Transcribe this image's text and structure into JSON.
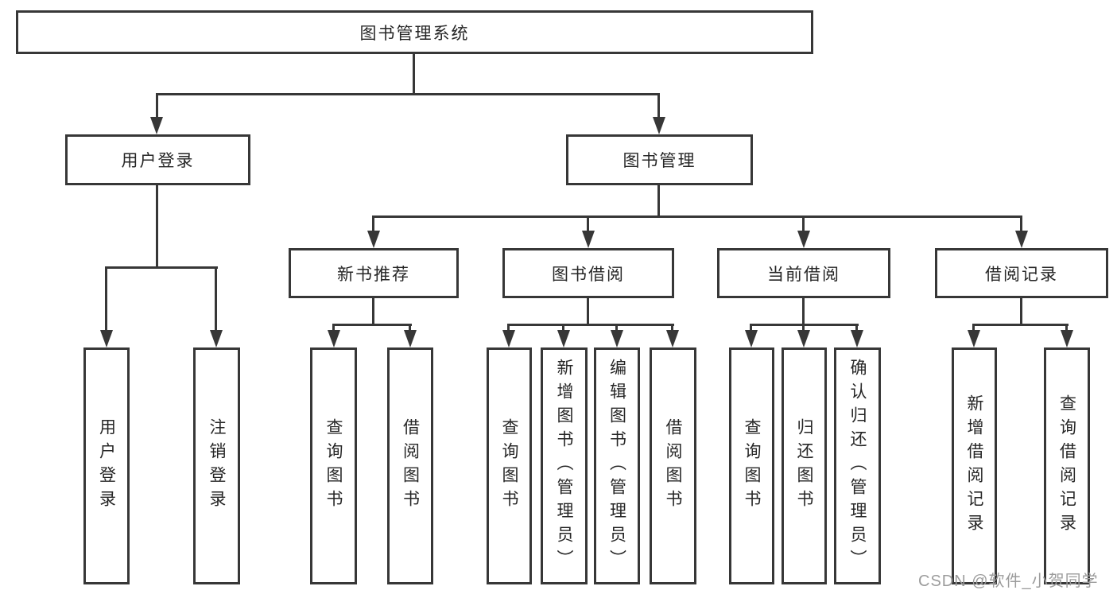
{
  "watermark": "CSDN @软件_小贺同学",
  "colors": {
    "line": "#373737",
    "text": "#262626",
    "watermark": "#9c9c9c",
    "background": "#ffffff"
  },
  "chart_data": {
    "type": "table",
    "title": "图书管理系统",
    "note": "hierarchy diagram"
  },
  "tree": {
    "root": {
      "label": "图书管理系统",
      "children": [
        {
          "label": "用户登录",
          "children": [
            {
              "label": "用户登录"
            },
            {
              "label": "注销登录"
            }
          ]
        },
        {
          "label": "图书管理",
          "children": [
            {
              "label": "新书推荐",
              "children": [
                {
                  "label": "查询图书"
                },
                {
                  "label": "借阅图书"
                }
              ]
            },
            {
              "label": "图书借阅",
              "children": [
                {
                  "label": "查询图书"
                },
                {
                  "label": "新增图书（管理员）"
                },
                {
                  "label": "编辑图书（管理员）"
                },
                {
                  "label": "借阅图书"
                }
              ]
            },
            {
              "label": "当前借阅",
              "children": [
                {
                  "label": "查询图书"
                },
                {
                  "label": "归还图书"
                },
                {
                  "label": "确认归还（管理员）"
                }
              ]
            },
            {
              "label": "借阅记录",
              "children": [
                {
                  "label": "新增借阅记录"
                },
                {
                  "label": "查询借阅记录"
                }
              ]
            }
          ]
        }
      ]
    }
  }
}
